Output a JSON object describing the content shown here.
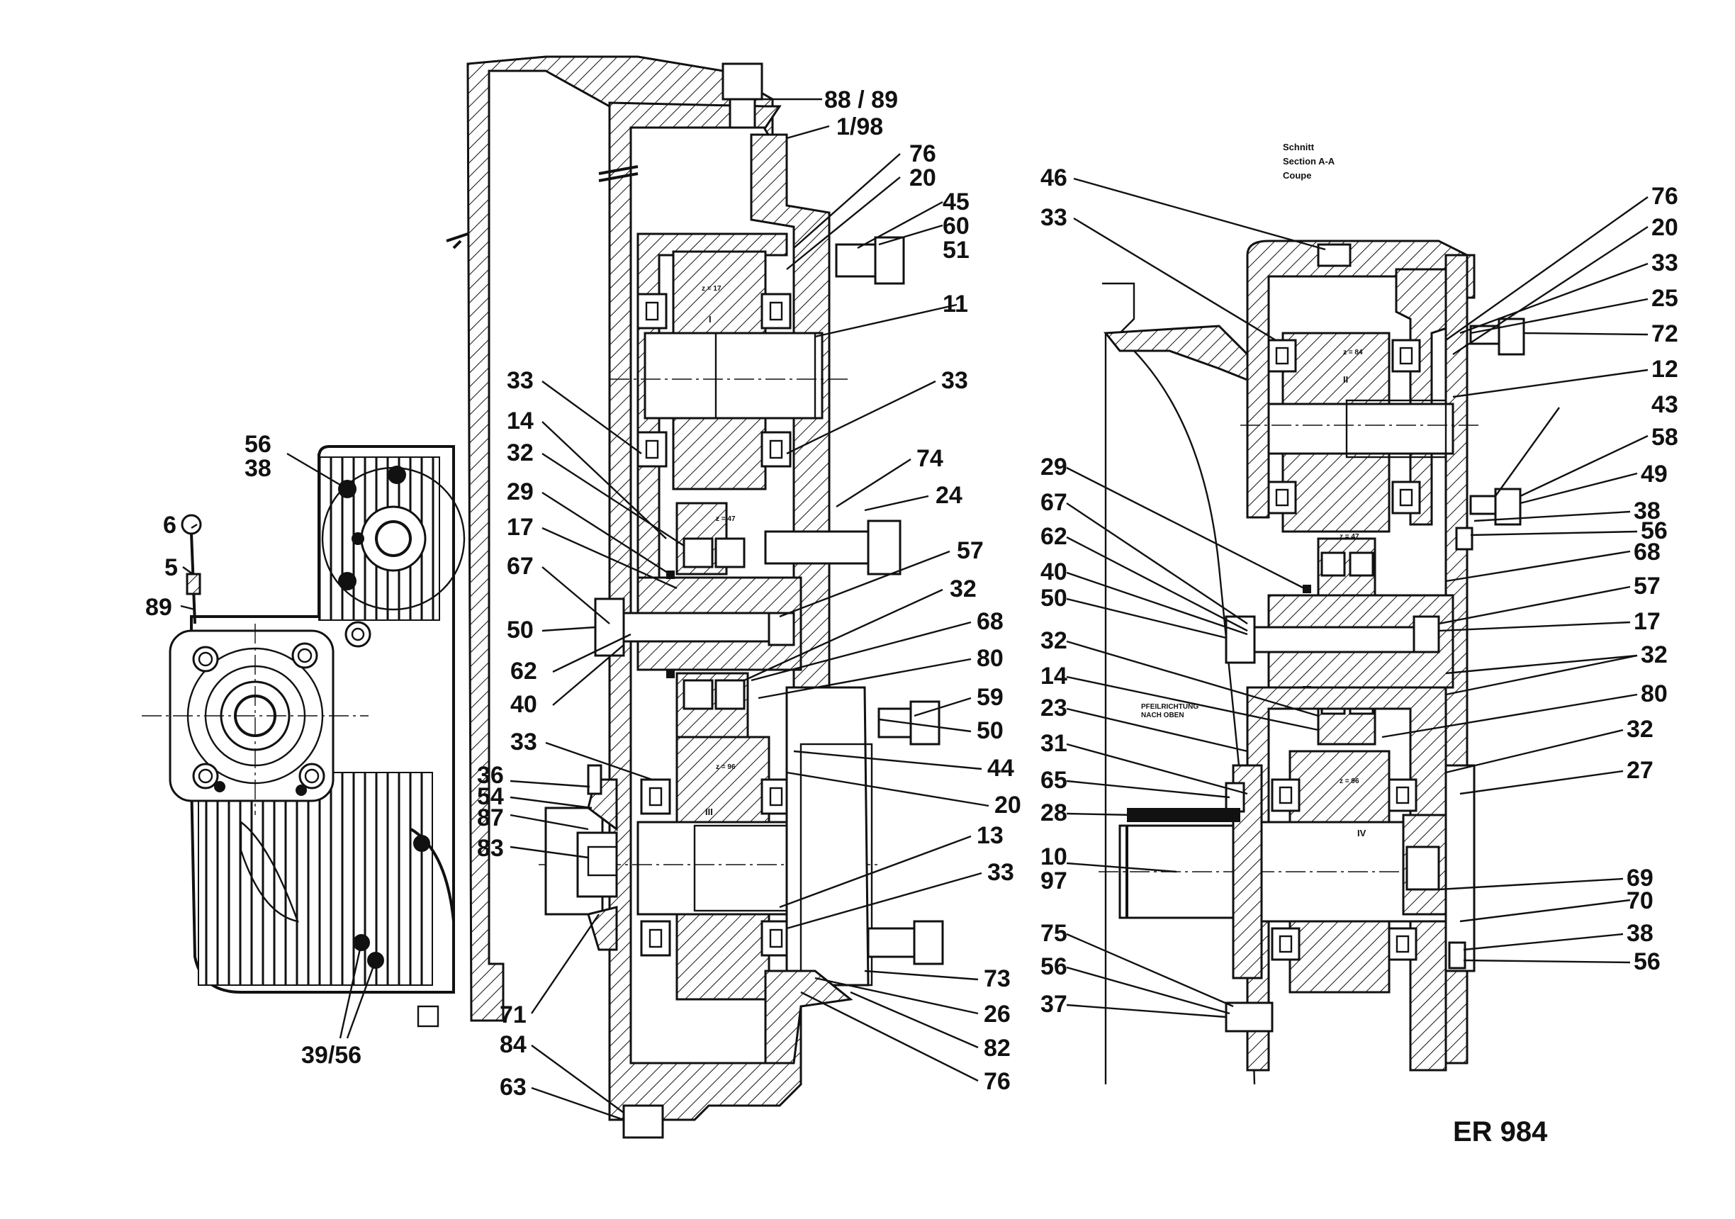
{
  "drawing": {
    "code": "ER 984",
    "section_note": [
      "Schnitt",
      "Section A-A",
      "Coupe"
    ],
    "direction_note": [
      "PFEILRICHTUNG",
      "NACH OBEN"
    ],
    "roman_numerals": [
      "I",
      "II",
      "III",
      "IV"
    ]
  },
  "callouts": {
    "left_view": [
      "56",
      "38",
      "6",
      "5",
      "89",
      "39/56"
    ],
    "middle_view": [
      "88 / 89",
      "1/98",
      "76",
      "20",
      "45",
      "60",
      "51",
      "11",
      "33",
      "33",
      "14",
      "32",
      "74",
      "24",
      "29",
      "17",
      "57",
      "67",
      "32",
      "50",
      "68",
      "62",
      "40",
      "80",
      "59",
      "50",
      "33",
      "44",
      "36",
      "54",
      "87",
      "20",
      "83",
      "13",
      "33",
      "73",
      "71",
      "26",
      "84",
      "82",
      "63",
      "76"
    ],
    "right_view": [
      "46",
      "33",
      "76",
      "20",
      "33",
      "25",
      "72",
      "12",
      "43",
      "58",
      "49",
      "29",
      "38",
      "67",
      "56",
      "62",
      "68",
      "40",
      "57",
      "50",
      "17",
      "32",
      "32",
      "14",
      "80",
      "23",
      "32",
      "31",
      "27",
      "65",
      "28",
      "10",
      "97",
      "69",
      "70",
      "75",
      "38",
      "56",
      "56",
      "37"
    ]
  }
}
